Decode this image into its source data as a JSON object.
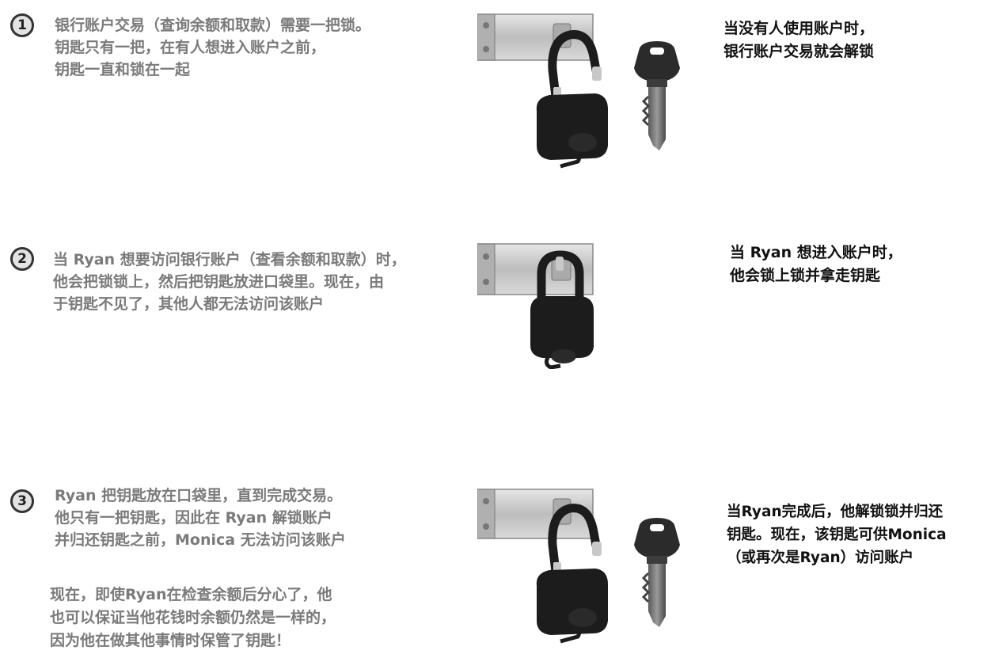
{
  "steps": [
    {
      "number": "1",
      "left_lines": [
        "银行账户交易（查询余额和取款）需要一把锁。",
        "钥匙只有一把，在有人想进入账户之前，",
        "钥匙一直和锁在一起"
      ],
      "right_lines": [
        "当没有人使用账户时，",
        "银行账户交易就会解锁"
      ]
    },
    {
      "number": "2",
      "left_lines": [
        "当 Ryan 想要访问银行账户（查看余额和取款）时，",
        "他会把锁锁上，然后把钥匙放进口袋里。现在，由",
        "于钥匙不见了，其他人都无法访问该账户"
      ],
      "right_lines": [
        "当 Ryan 想进入账户时，",
        "他会锁上锁并拿走钥匙"
      ]
    },
    {
      "number": "3",
      "left_lines": [
        "Ryan 把钥匙放在口袋里，直到完成交易。",
        "他只有一把钥匙，因此在 Ryan 解锁账户",
        "并归还钥匙之前，Monica 无法访问该账户"
      ],
      "extra_lines": [
        "现在，即使Ryan在检查余额后分心了，他",
        "也可以保证当他花钱时余额仍然是一样的，",
        "因为他在做其他事情时保管了钥匙！"
      ],
      "right_lines": [
        "当Ryan完成后，他解锁锁并归还",
        "钥匙。现在，该钥匙可供Monica",
        "（或再次是Ryan）访问账户"
      ]
    }
  ],
  "icons": {
    "open_padlock": "open-padlock-icon",
    "closed_padlock": "closed-padlock-icon",
    "key": "key-icon",
    "hasp": "hasp-icon"
  },
  "colors": {
    "gray_text": "#7a7a7a",
    "dark_text": "#111111",
    "padlock_body": "#1c1c1c",
    "hasp_metal": "#c9c9c9"
  }
}
